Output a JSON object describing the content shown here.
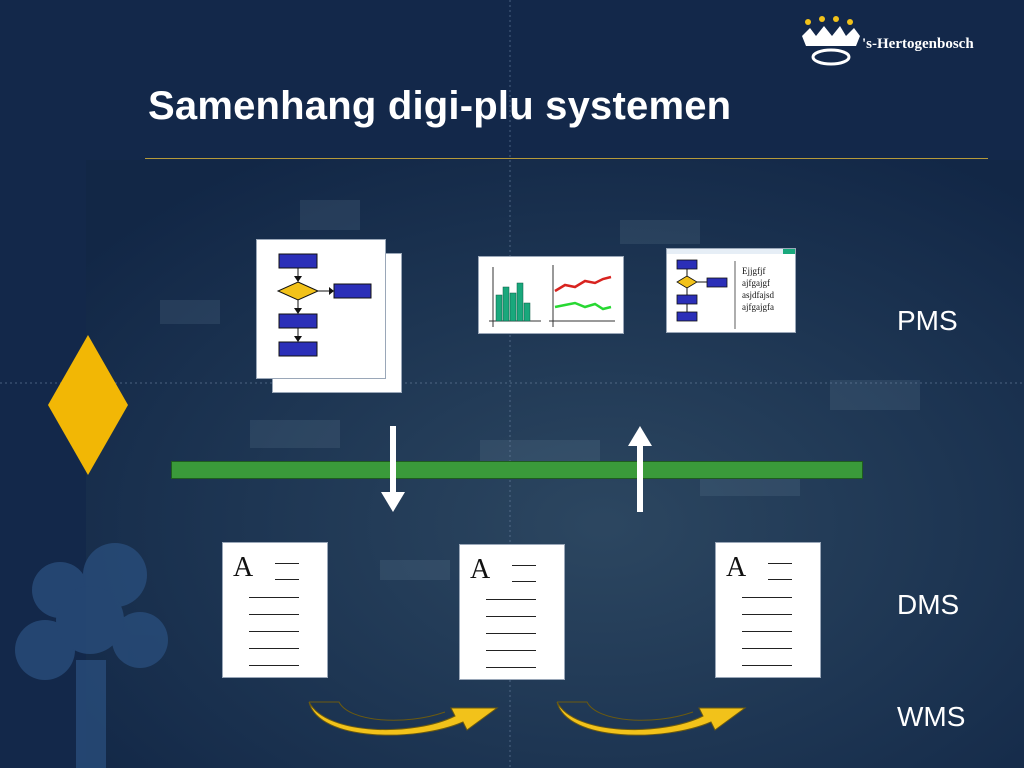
{
  "slide": {
    "title": "Samenhang digi-plu systemen"
  },
  "logo": {
    "text": "'s-Hertogenbosch",
    "crest_icon": "crown-crest-icon"
  },
  "layers": {
    "pms": "PMS",
    "dms": "DMS",
    "wms": "WMS"
  },
  "flowchart_tile": {
    "text_lines": [
      "Ejjgfjf",
      "ajfgajgf",
      "asjdfajsd",
      "ajfgajgfa"
    ]
  },
  "documents": [
    {
      "letter": "A"
    },
    {
      "letter": "A"
    },
    {
      "letter": "A"
    }
  ],
  "colors": {
    "background": "#13284a",
    "bar": "#3a9a3a",
    "arrow_gold": "#f2c21a",
    "diamond": "#f2b705",
    "flow_box": "#2b2fb8",
    "flow_decision": "#f2c21a",
    "chart_bars": "#19a87c",
    "chart_line_red": "#d8231f",
    "chart_line_green": "#27d832",
    "title_rule": "#b59a3a"
  }
}
